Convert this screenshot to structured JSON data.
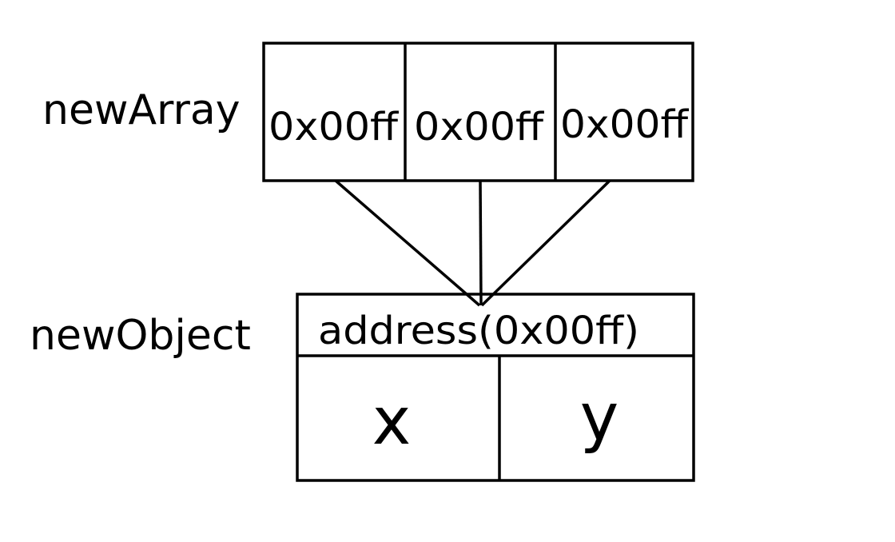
{
  "array": {
    "label": "newArray",
    "cells": [
      "0x00ff",
      "0x00ff",
      "0x00ff"
    ]
  },
  "object": {
    "label": "newObject",
    "address": "address(0x00ff)",
    "fields": [
      "x",
      "y"
    ]
  }
}
